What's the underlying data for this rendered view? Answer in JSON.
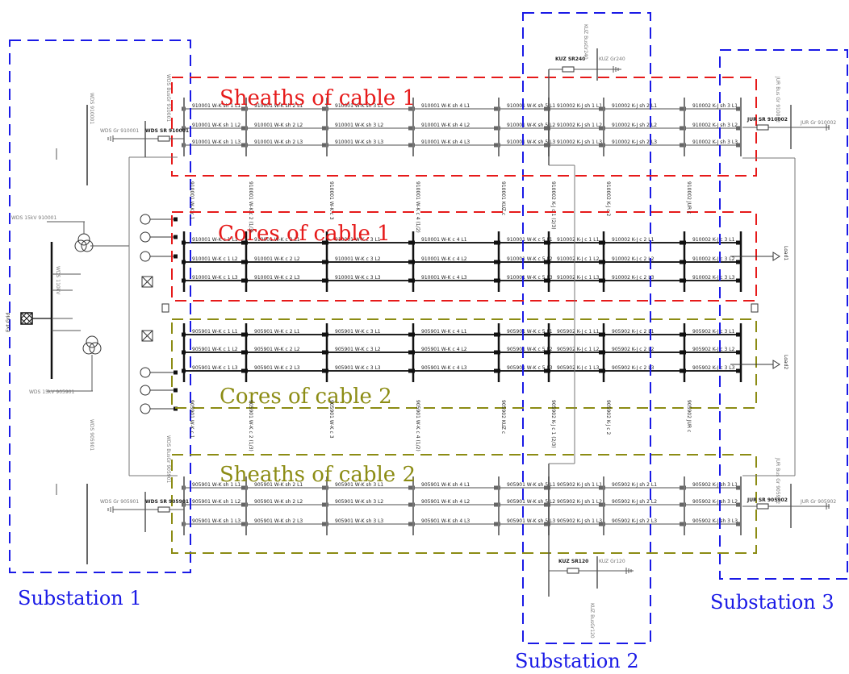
{
  "colors": {
    "substation": "#1a1ae6",
    "sheaths_cable1": "#e61a1a",
    "cores_cable1": "#e61a1a",
    "cores_cable2": "#8c8c14",
    "sheaths_cable2": "#8c8c14",
    "line": "#444444",
    "bus": "#111111"
  },
  "labels": {
    "substation1": "Substation 1",
    "substation2": "Substation 2",
    "substation3": "Substation 3",
    "sheaths1": "Sheaths of cable 1",
    "cores1": "Cores of cable 1",
    "cores2": "Cores of cable 2",
    "sheaths2": "Sheaths of cable 2"
  },
  "sub2_top": {
    "bus": "KUZ SR240",
    "gnd": "KUZ Gr240",
    "vbus": "KUZ BusGr240"
  },
  "sub2_bot": {
    "bus": "KUZ SR120",
    "gnd": "KUZ Gr120",
    "vbus": "KUZ BusGr120"
  },
  "sub1": {
    "wds_sr1": "WDS SR 910001",
    "wds_gr1": "WDS Gr 910001",
    "wds_sr2": "WDS SR 905901",
    "wds_gr2": "WDS Gr 905901",
    "t1": "WDS 15kV 910001",
    "t2": "WDS 15kV 905901",
    "wds110": "WDS 110kV",
    "ext": "Ext.Grid"
  },
  "sub3": {
    "jur_sr1": "JUR SR 910002",
    "jur_gr1": "JUR Gr 910002",
    "jur_sr2": "JUR SR 905902",
    "jur_gr2": "JUR Gr 905902",
    "load1": "Load1",
    "load2": "Load2"
  },
  "sheath1_rows": [
    [
      "910001 W-K sh 1 L1",
      "910001 W-K sh 2 L1",
      "910001 W-K sh 3 L1",
      "910001 W-K sh 4 L1",
      "910001 W-K sh 5 L1",
      "910002 K-J sh 1 L1",
      "910002 K-J sh 2 L1",
      "910002 K-J sh 3 L1"
    ],
    [
      "910001 W-K sh 1 L2",
      "910001 W-K sh 2 L2",
      "910001 W-K sh 3 L2",
      "910001 W-K sh 4 L2",
      "910001 W-K sh 5 L2",
      "910002 K-J sh 1 L2",
      "910002 K-J sh 2 L2",
      "910002 K-J sh 3 L2"
    ],
    [
      "910001 W-K sh 1 L3",
      "910001 W-K sh 2 L3",
      "910001 W-K sh 3 L3",
      "910001 W-K sh 4 L3",
      "910001 W-K sh 5 L3",
      "910002 K-J sh 1 L3",
      "910002 K-J sh 2 L3",
      "910002 K-J sh 3 L3"
    ]
  ],
  "core1_rows": [
    [
      "910001 W-K c 1 L1",
      "910001 W-K c 2 L1",
      "910001 W-K c 3 L1",
      "910001 W-K c 4 L1",
      "910001 W-K c 5 L1",
      "910002 K-J c 1 L1",
      "910002 K-J c 2 L1",
      "910002 K-J c 3 L1"
    ],
    [
      "910001 W-K c 1 L2",
      "910001 W-K c 2 L2",
      "910001 W-K c 3 L2",
      "910001 W-K c 4 L2",
      "910001 W-K c 5 L2",
      "910002 K-J c 1 L2",
      "910002 K-J c 2 L2",
      "910002 K-J c 3 L2"
    ],
    [
      "910001 W-K c 1 L3",
      "910001 W-K c 2 L3",
      "910001 W-K c 3 L3",
      "910001 W-K c 4 L3",
      "910001 W-K c 5 L3",
      "910002 K-J c 1 L3",
      "910002 K-J c 2 L3",
      "910002 K-J c 3 L3"
    ]
  ],
  "core2_rows": [
    [
      "905901 W-K c 1 L1",
      "905901 W-K c 2 L1",
      "905901 W-K c 3 L1",
      "905901 W-K c 4 L1",
      "905901 W-K c 5 L1",
      "905902 K-J c 1 L1",
      "905902 K-J c 2 L1",
      "905902 K-J c 3 L1"
    ],
    [
      "905901 W-K c 1 L2",
      "905901 W-K c 2 L2",
      "905901 W-K c 3 L2",
      "905901 W-K c 4 L2",
      "905901 W-K c 5 L2",
      "905902 K-J c 1 L2",
      "905902 K-J c 2 L2",
      "905902 K-J c 3 L2"
    ],
    [
      "905901 W-K c 1 L3",
      "905901 W-K c 2 L3",
      "905901 W-K c 3 L3",
      "905901 W-K c 4 L3",
      "905901 W-K c 5 L3",
      "905902 K-J c 1 L3",
      "905902 K-J c 2 L3",
      "905902 K-J c 3 L3"
    ]
  ],
  "sheath2_rows": [
    [
      "905901 W-K sh 1 L1",
      "905901 W-K sh 2 L1",
      "905901 W-K sh 3 L1",
      "905901 W-K sh 4 L1",
      "905901 W-K sh 5 L1",
      "905902 K-J sh 1 L1",
      "905902 K-J sh 2 L1",
      "905902 K-J sh 3 L1"
    ],
    [
      "905901 W-K sh 1 L2",
      "905901 W-K sh 2 L2",
      "905901 W-K sh 3 L2",
      "905901 W-K sh 4 L2",
      "905901 W-K sh 5 L2",
      "905902 K-J sh 1 L2",
      "905902 K-J sh 2 L2",
      "905902 K-J sh 3 L2"
    ],
    [
      "905901 W-K sh 1 L3",
      "905901 W-K sh 2 L3",
      "905901 W-K sh 3 L3",
      "905901 W-K sh 4 L3",
      "905901 W-K sh 5 L3",
      "905902 K-J sh 1 L3",
      "905902 K-J sh 2 L3",
      "905902 K-J sh 3 L3"
    ]
  ],
  "core1_bus_labels": [
    "910001 W-K c 1",
    "910001 W-K c 2 (1/3)",
    "910001 W-K c 3",
    "910001 W-K c 4 (1/2)",
    "910001 KUZ c",
    "910002 K-J c 1 (2/3)",
    "910002 K-J c 2",
    "910002 JUR c"
  ],
  "core2_bus_labels": [
    "905901 W-K c 1",
    "905901 W-K c 2 (1/3)",
    "905901 W-K c 3",
    "905901 W-K c 4 (1/2)",
    "905902 KUZ c",
    "905902 K-J c 1 (2/3)",
    "905902 K-J c 2",
    "905902 JUR c"
  ]
}
